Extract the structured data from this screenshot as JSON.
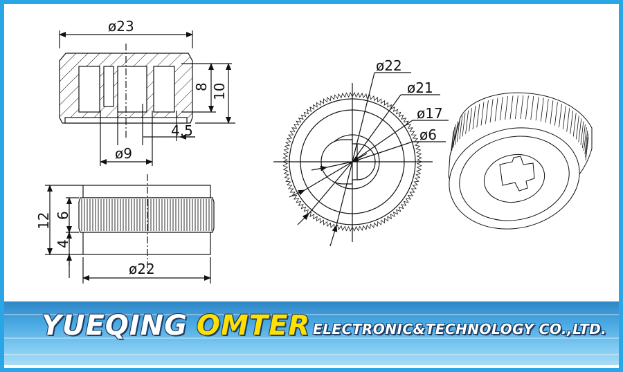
{
  "dimensions": {
    "top_diameter": "ø23",
    "inner_height": "8",
    "total_height": "10",
    "wall_offset": "4.5",
    "shaft_diameter": "ø9",
    "side_height": "12",
    "knurl_height": "6",
    "base_height": "4",
    "side_diameter": "ø22",
    "front_d22": "ø22",
    "front_d21": "ø21",
    "front_d17": "ø17",
    "front_d6": "ø6"
  },
  "banner": {
    "brand_part1": "YUEQING",
    "brand_part2": "OMTER",
    "tagline": "ELECTRONIC&TECHNOLOGY  CO.,LTD."
  },
  "colors": {
    "frame": "#2aa6e6",
    "brand_yellow": "#ffe000",
    "line": "#111111"
  }
}
